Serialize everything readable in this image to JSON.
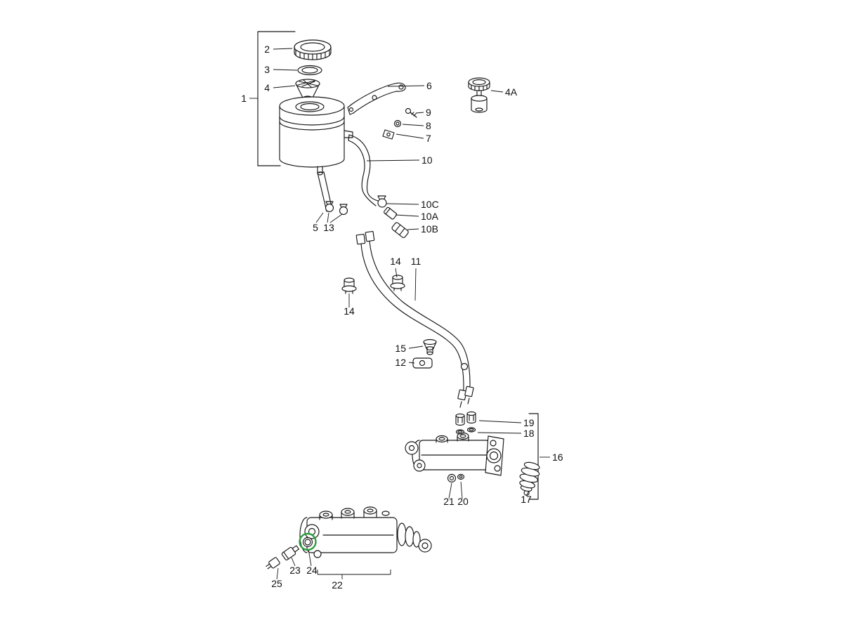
{
  "diagram": {
    "highlight": {
      "color": "#2f9e40",
      "part_ref": "24"
    },
    "labels": {
      "1": "1",
      "2": "2",
      "3": "3",
      "4": "4",
      "4A": "4A",
      "5": "5",
      "6": "6",
      "7": "7",
      "8": "8",
      "9": "9",
      "10": "10",
      "10A": "10A",
      "10B": "10B",
      "10C": "10C",
      "11": "11",
      "12": "12",
      "13": "13",
      "14_upper": "14",
      "14_lower": "14",
      "15": "15",
      "16": "16",
      "17": "17",
      "18": "18",
      "19": "19",
      "20": "20",
      "21": "21",
      "22": "22",
      "23": "23",
      "24": "24",
      "25": "25"
    }
  }
}
